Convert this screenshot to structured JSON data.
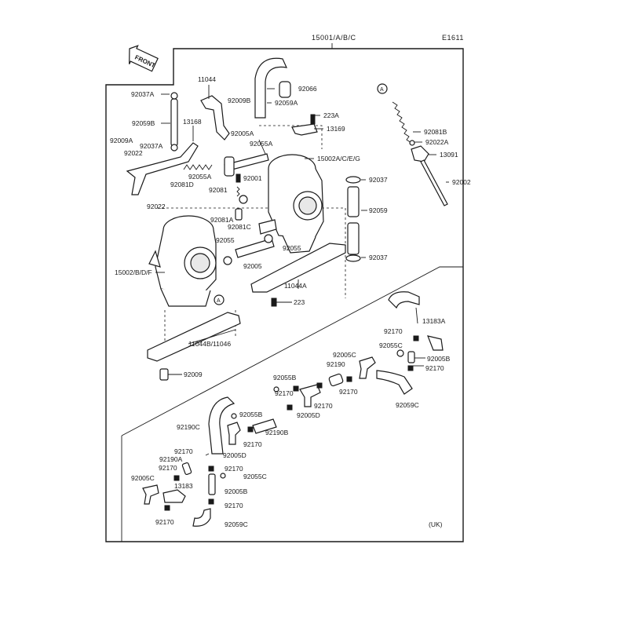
{
  "header": {
    "assembly_ref": "15001/A/B/C",
    "code": "E1611",
    "front_badge": "FRONT",
    "region": "(UK)"
  },
  "callouts": {
    "c11044": "11044",
    "c92037A_a": "92037A",
    "c92009B": "92009B",
    "c92066": "92066",
    "c92059A": "92059A",
    "c223A": "223A",
    "c13169": "13169",
    "c13168": "13168",
    "c92059B": "92059B",
    "c92009A": "92009A",
    "c92037A_b": "92037A",
    "c92022_a": "92022",
    "c92005A": "92005A",
    "c92055A_a": "92055A",
    "c15002ACEG": "15002A/C/E/G",
    "c92081B": "92081B",
    "c92022A": "92022A",
    "c13091": "13091",
    "c92002": "92002",
    "c92055A_b": "92055A",
    "c92001": "92001",
    "c92081D": "92081D",
    "c92081": "92081",
    "c92037_a": "92037",
    "c92022_b": "92022",
    "c92081A": "92081A",
    "c92059": "92059",
    "c92081C": "92081C",
    "c92055_a": "92055",
    "c92055_b": "92055",
    "c92037_b": "92037",
    "c92005": "92005",
    "c15002BDF": "15002/B/D/F",
    "c11044A": "11044A",
    "c223": "223",
    "c11044B11046": "11044B/11046",
    "c92009": "92009",
    "c13183A": "13183A",
    "c92170_1": "92170",
    "c92055C_a": "92055C",
    "c92005C_a": "92005C",
    "c92005B_a": "92005B",
    "c92170_2": "92170",
    "c92190": "92190",
    "c92055B_a": "92055B",
    "c92170_3": "92170",
    "c92059C_a": "92059C",
    "c92170_4": "92170",
    "c92170_5": "92170",
    "c92055B_b": "92055B",
    "c92005D_a": "92005D",
    "c92190C": "92190C",
    "c92190B": "92190B",
    "c92170_6": "92170",
    "c92005D_b": "92005D",
    "c92170_7": "92170",
    "c92190A": "92190A",
    "c92170_8": "92170",
    "c92170_9": "92170",
    "c92055C_b": "92055C",
    "c92005C_b": "92005C",
    "c13183": "13183",
    "c92005B_b": "92005B",
    "c92170_10": "92170",
    "c92170_11": "92170",
    "c92059C_b": "92059C",
    "markA": "A"
  }
}
